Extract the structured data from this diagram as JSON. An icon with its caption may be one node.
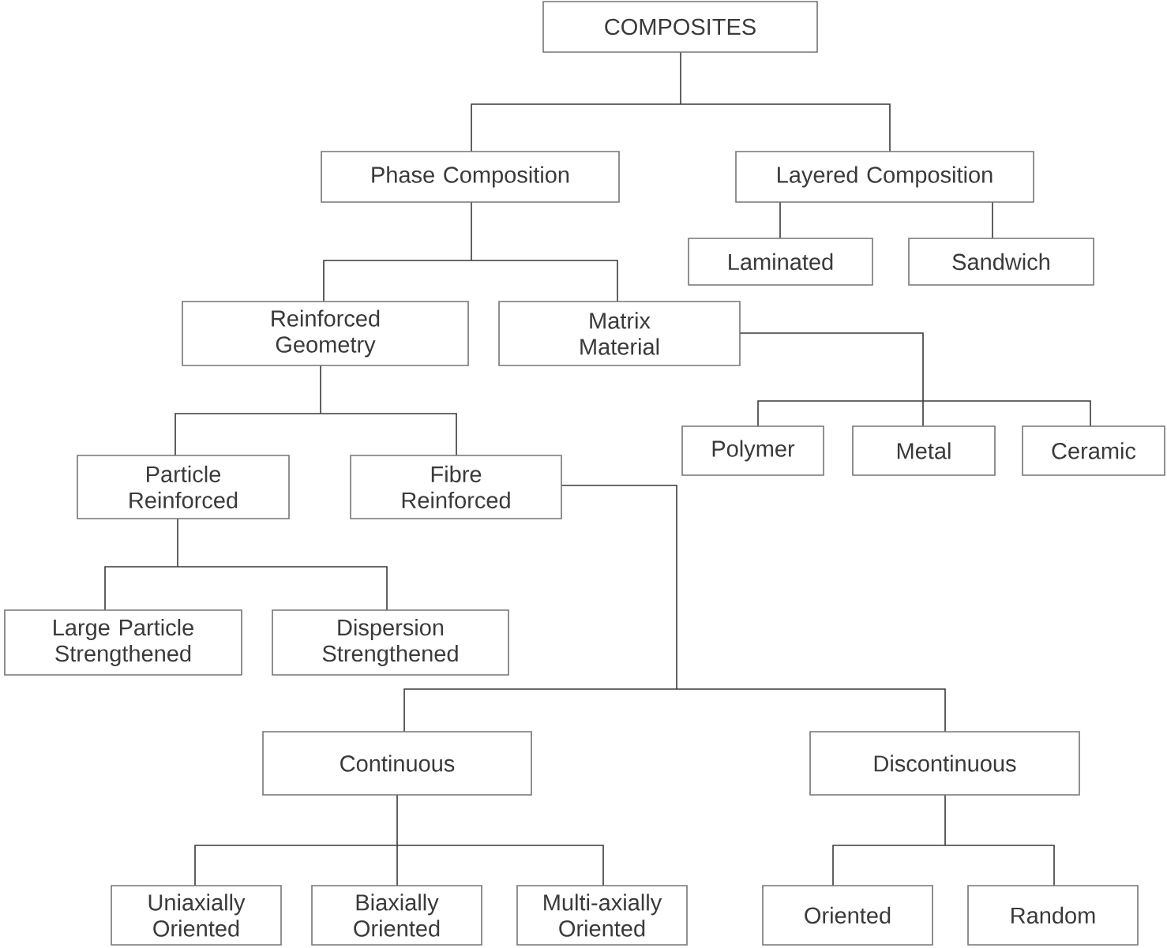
{
  "diagram": {
    "nodes": [
      {
        "text": [
          "COMPOSITES"
        ]
      },
      {
        "text": [
          "Phase Composition"
        ]
      },
      {
        "text": [
          "Layered Composition"
        ]
      },
      {
        "text": [
          "Laminated"
        ]
      },
      {
        "text": [
          "Sandwich"
        ]
      },
      {
        "text": [
          "Reinforced Geometry"
        ]
      },
      {
        "text": [
          "Matrix Material"
        ]
      },
      {
        "text": [
          "Polymer"
        ]
      },
      {
        "text": [
          "Metal"
        ]
      },
      {
        "text": [
          "Ceramic"
        ]
      },
      {
        "text": [
          "Particle Reinforced"
        ]
      },
      {
        "text": [
          "Fibre Reinforced"
        ]
      },
      {
        "text": [
          "Large Particle Strengthened"
        ]
      },
      {
        "text": [
          "Dispersion Strengthened"
        ]
      },
      {
        "text": [
          "Continuous"
        ]
      },
      {
        "text": [
          "Discontinuous"
        ]
      },
      {
        "text": [
          "Uniaxially Oriented"
        ]
      },
      {
        "text": [
          "Biaxially Oriented"
        ]
      },
      {
        "text": [
          "Multi-axially Oriented"
        ]
      },
      {
        "text": [
          "Oriented"
        ]
      },
      {
        "text": [
          "Random"
        ]
      }
    ],
    "edges": [
      {
        "from": 0,
        "to": 1,
        "arrow": "none"
      },
      {
        "from": 0,
        "to": 2,
        "arrow": "none"
      },
      {
        "from": 2,
        "to": 3,
        "arrow": "none"
      },
      {
        "from": 2,
        "to": 4,
        "arrow": "none"
      },
      {
        "from": 1,
        "to": 5,
        "arrow": "none"
      },
      {
        "from": 1,
        "to": 6,
        "arrow": "none"
      },
      {
        "from": 6,
        "to": 7,
        "arrow": "none"
      },
      {
        "from": 6,
        "to": 8,
        "arrow": "none"
      },
      {
        "from": 6,
        "to": 9,
        "arrow": "none"
      },
      {
        "from": 5,
        "to": 10,
        "arrow": "none"
      },
      {
        "from": 5,
        "to": 11,
        "arrow": "none"
      },
      {
        "from": 10,
        "to": 12,
        "arrow": "none"
      },
      {
        "from": 10,
        "to": 13,
        "arrow": "none"
      },
      {
        "from": 11,
        "to": 14,
        "arrow": "none"
      },
      {
        "from": 11,
        "to": 15,
        "arrow": "none"
      },
      {
        "from": 14,
        "to": 16,
        "arrow": "none"
      },
      {
        "from": 14,
        "to": 17,
        "arrow": "none"
      },
      {
        "from": 14,
        "to": 18,
        "arrow": "none"
      },
      {
        "from": 15,
        "to": 19,
        "arrow": "none"
      },
      {
        "from": 15,
        "to": 20,
        "arrow": "none"
      }
    ]
  }
}
